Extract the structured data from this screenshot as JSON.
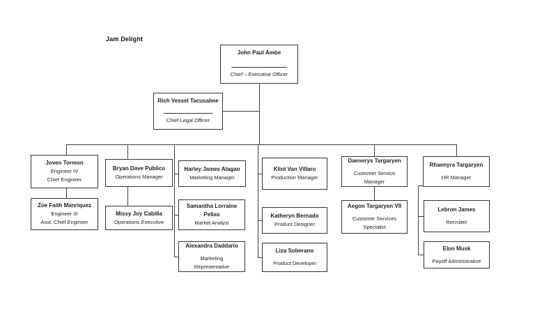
{
  "company_label": "Jam Delight",
  "org": {
    "ceo": {
      "name": "John Paul Ambe",
      "role": "Chief – Executive Officer"
    },
    "legal": {
      "name": "Rich Vessel Tacusalme",
      "role": "Chief Legal Officer"
    },
    "joven": {
      "name": "Joven Tormon",
      "role": "Engineer IV\nChief Engineer"
    },
    "zoe": {
      "name": "Zoe Faith Manriquez",
      "role": "Engineer III\nAsst. Chief Engineer"
    },
    "bryan": {
      "name": "Bryan Dave Publico",
      "role": "Operations Manager"
    },
    "missy": {
      "name": "Missy Joy Cabilla",
      "role": "Operations Executive"
    },
    "harley": {
      "name": "Harley James Alagao",
      "role": "Marketing Manager"
    },
    "samantha": {
      "name": "Samantha Lorraine\nPelias",
      "role": "Market Analyst"
    },
    "alexandra": {
      "name": "Alexandra Daddario",
      "role": "Marketing\nRepresentative"
    },
    "klint": {
      "name": "Klint Van Villaro",
      "role": "Production Manager"
    },
    "katheryn": {
      "name": "Katheryn Bernado",
      "role": "Product Designer"
    },
    "liza": {
      "name": "Liza Soberano",
      "role": "Product Developer"
    },
    "daenerys": {
      "name": "Daenerys Targaryen",
      "role": "Customer Service\nManager"
    },
    "aegon": {
      "name": "Aegon Targaryen VII",
      "role": "Customer Services\nSpecialist"
    },
    "rhaenyra": {
      "name": "Rhaenyra Targaryen",
      "role": "HR Manager"
    },
    "lebron": {
      "name": "Lebron James",
      "role": "Recruiter"
    },
    "elon": {
      "name": "Elon Musk",
      "role": "Payoff Administrative"
    }
  },
  "colors": {
    "line": "#3d3d3d",
    "box_border": "#333333",
    "text": "#1c1c1c",
    "background": "#ffffff"
  }
}
